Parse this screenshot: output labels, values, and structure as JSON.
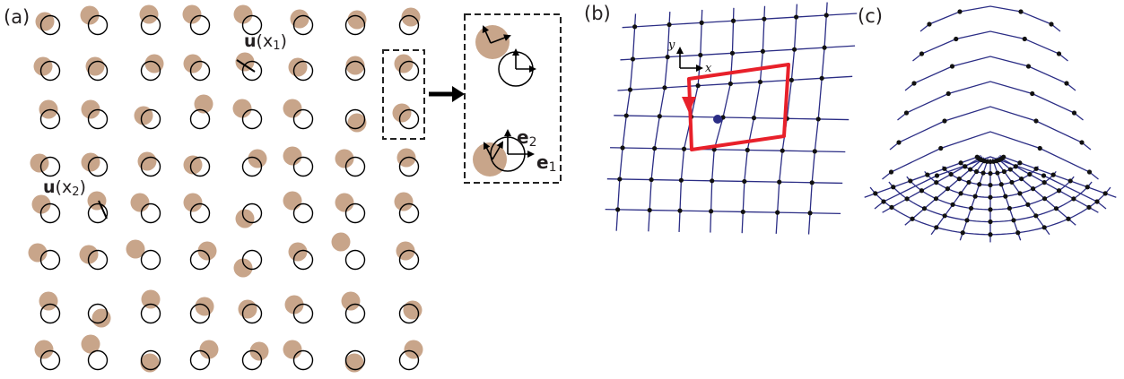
{
  "panels": {
    "a": {
      "label": "(a)",
      "u1": {
        "bold": "u",
        "open": "(x",
        "sub": "1",
        "close": ")"
      },
      "u2": {
        "bold": "u",
        "open": "(x",
        "sub": "2",
        "close": ")"
      },
      "inset": {
        "e1": {
          "bold": "e",
          "sub": "1"
        },
        "e2": {
          "bold": "e",
          "sub": "2"
        }
      }
    },
    "b": {
      "label": "(b)",
      "axis_x": "x",
      "axis_y": "y"
    },
    "c": {
      "label": "(c)"
    }
  },
  "colors": {
    "particle": "#c8a58a",
    "site": "#000000",
    "lattice": "#2b2d85",
    "node": "#111111",
    "loop": "#e8202a",
    "defect": "#2b2d85"
  }
}
